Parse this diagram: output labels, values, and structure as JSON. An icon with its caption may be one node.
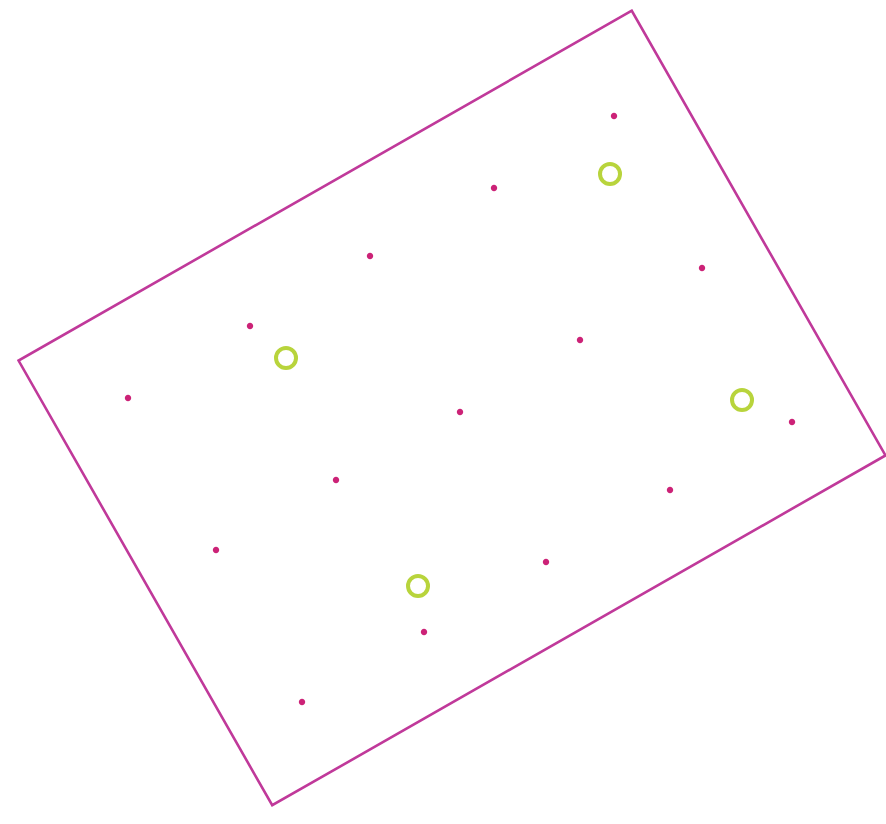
{
  "diagram": {
    "nodes": [
      {
        "text": [],
        "shape": "box"
      },
      {
        "text": [],
        "shape": "circle",
        "in": 0
      },
      {
        "text": [],
        "shape": "circle",
        "in": 0
      },
      {
        "text": [],
        "shape": "circle",
        "in": 0
      },
      {
        "text": [],
        "shape": "circle",
        "in": 0
      }
    ]
  }
}
